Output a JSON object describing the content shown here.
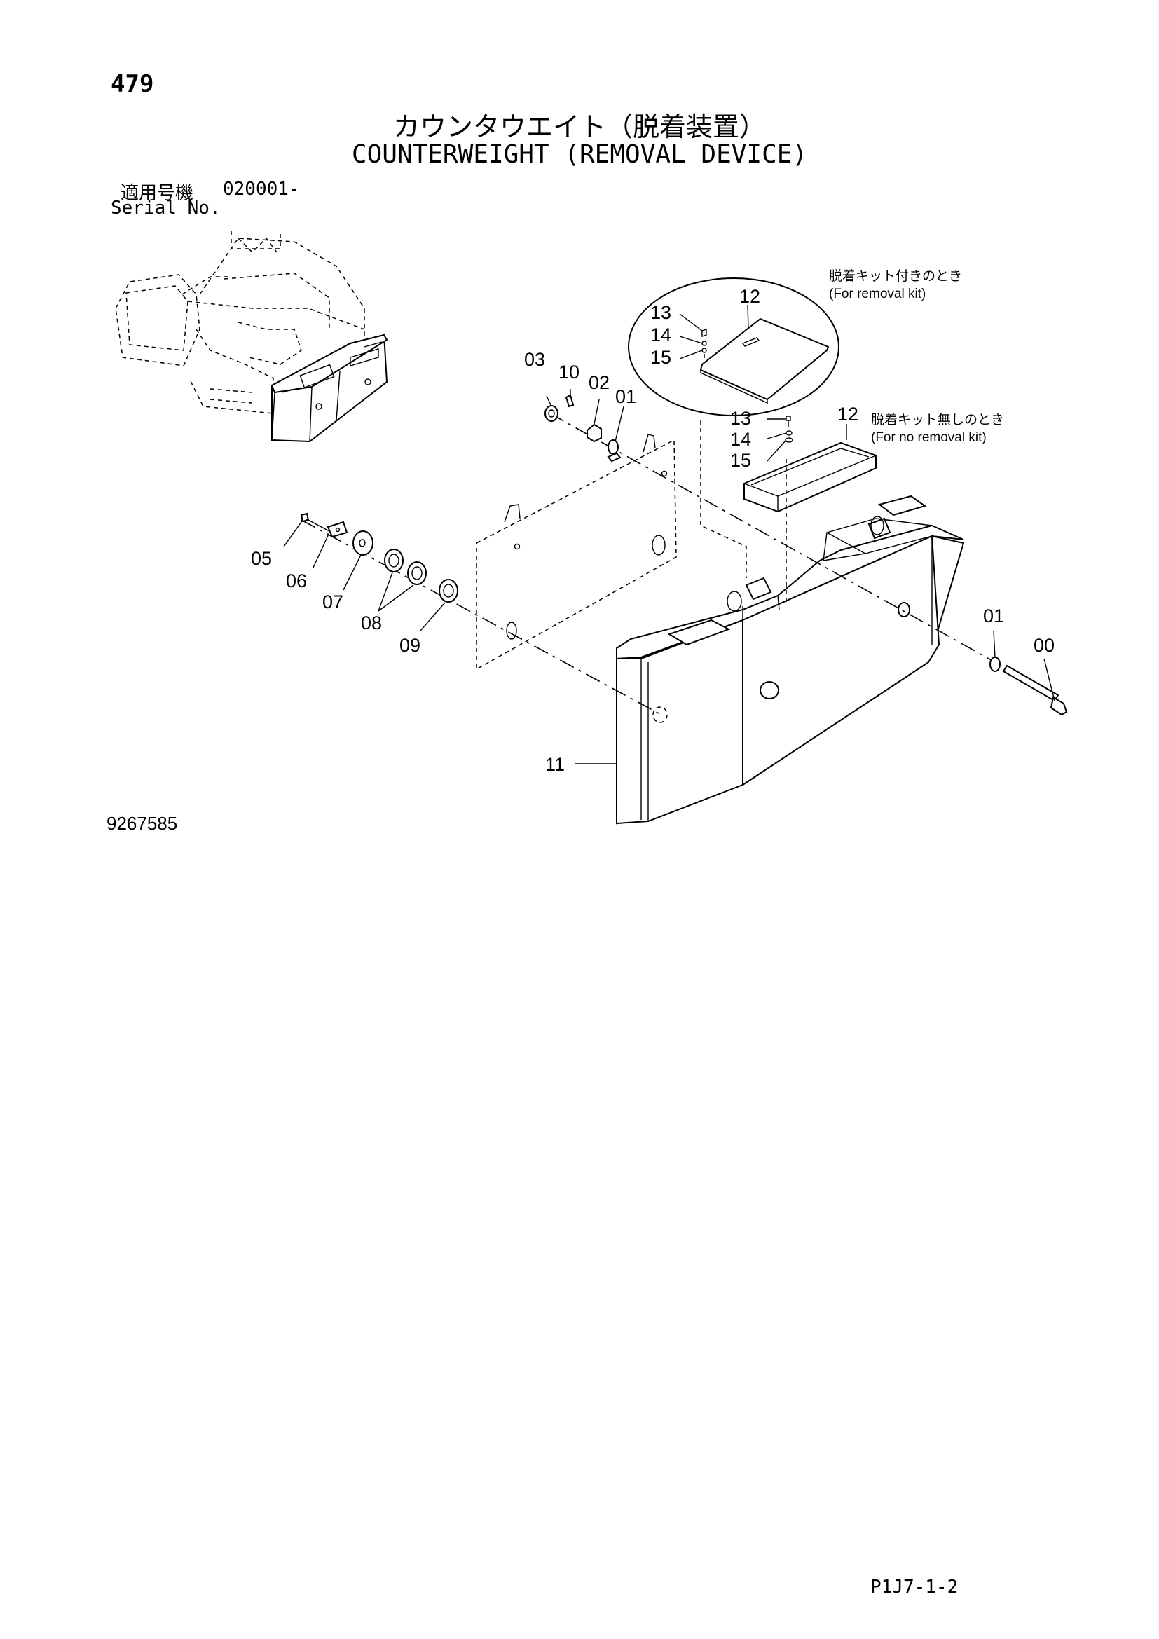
{
  "page_number": "479",
  "title_ja": "カウンタウエイト（脱着装置）",
  "title_en": "COUNTERWEIGHT (REMOVAL DEVICE)",
  "serial": {
    "label_ja": "適用号機",
    "range": "020001-",
    "label_en": "Serial No."
  },
  "drawing_number": "9267585",
  "footer_code": "P1J7-1-2",
  "callouts": {
    "kit_with_ja": "脱着キット付きのとき",
    "kit_with_en": "(For removal kit)",
    "kit_without_ja": "脱着キット無しのとき",
    "kit_without_en": "(For no removal kit)"
  },
  "part_labels": {
    "p00": "00",
    "p01a": "01",
    "p01b": "01",
    "p02": "02",
    "p03": "03",
    "p05": "05",
    "p06": "06",
    "p07": "07",
    "p08": "08",
    "p09": "09",
    "p10": "10",
    "p11": "11",
    "p12a": "12",
    "p13a": "13",
    "p14a": "14",
    "p15a": "15",
    "p12b": "12",
    "p13b": "13",
    "p14b": "14",
    "p15b": "15"
  }
}
